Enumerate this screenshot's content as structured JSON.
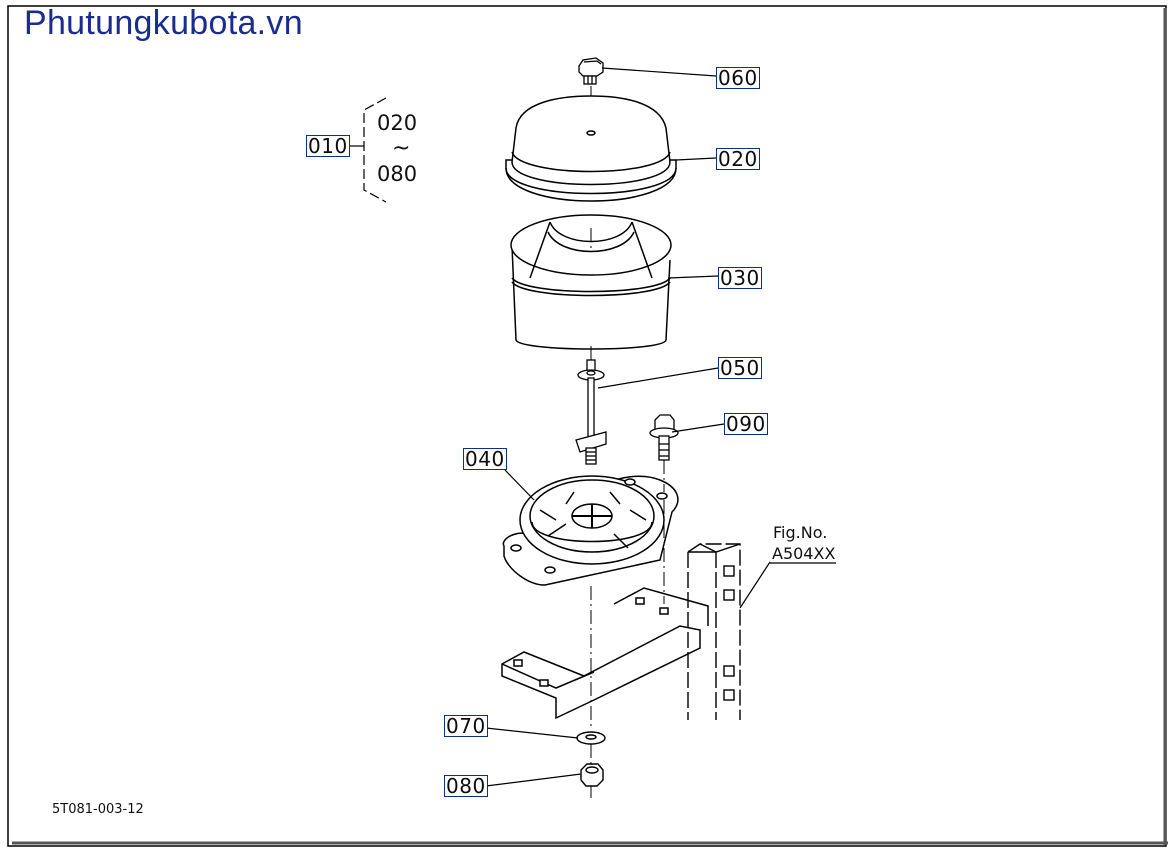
{
  "watermark": "Phutungkubota.vn",
  "callouts": {
    "c010": "010",
    "c020": "020",
    "c030": "030",
    "c040": "040",
    "c050": "050",
    "c060": "060",
    "c070": "070",
    "c080": "080",
    "c090": "090"
  },
  "set_range": {
    "from": "020",
    "tilde": "~",
    "to": "080"
  },
  "figure_ref": {
    "label": "Fig.No.",
    "code": "A504XX"
  },
  "drawing_code": "5T081-003-12",
  "colors": {
    "callout_border": "#0b2f8a",
    "watermark": "#1a2d8f",
    "line": "#000000"
  }
}
